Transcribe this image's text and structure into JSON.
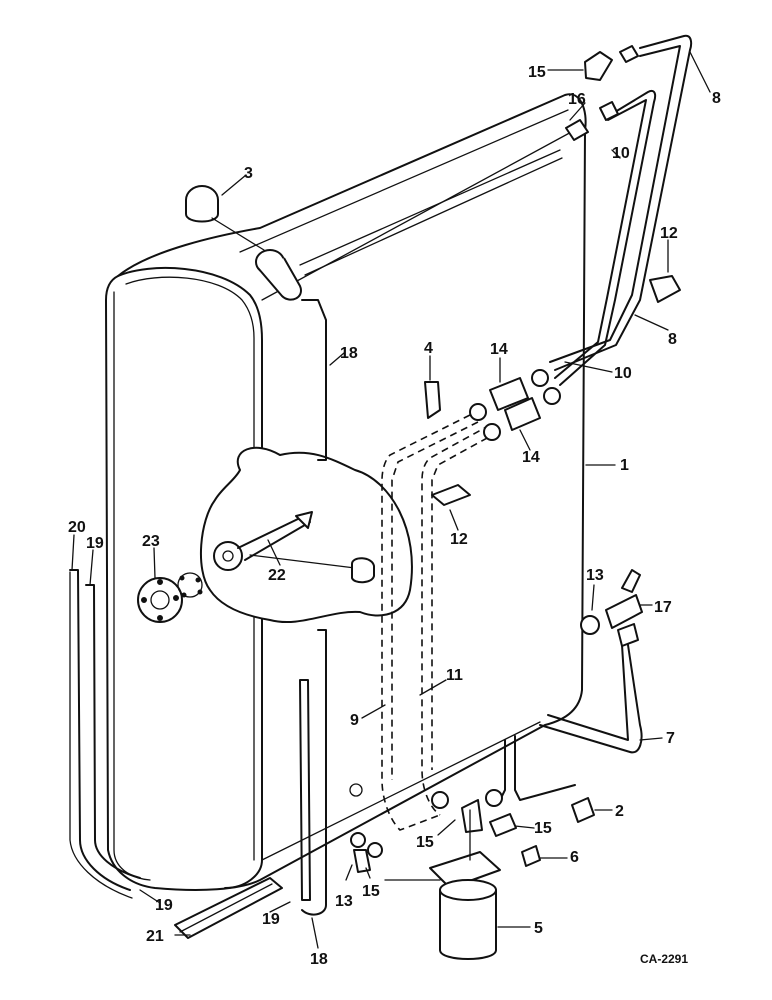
{
  "callouts": {
    "c1": "1",
    "c2": "2",
    "c3": "3",
    "c4": "4",
    "c5": "5",
    "c6": "6",
    "c7": "7",
    "c8a": "8",
    "c8b": "8",
    "c9": "9",
    "c10a": "10",
    "c10b": "10",
    "c11": "11",
    "c12a": "12",
    "c12b": "12",
    "c13a": "13",
    "c13b": "13",
    "c14a": "14",
    "c14b": "14",
    "c15a": "15",
    "c15b": "15",
    "c15c": "15",
    "c15d": "15",
    "c16": "16",
    "c17": "17",
    "c18a": "18",
    "c18b": "18",
    "c19a": "19",
    "c19b": "19",
    "c19c": "19",
    "c20": "20",
    "c21": "21",
    "c22": "22",
    "c23": "23"
  },
  "drawing_code": "CA-2291"
}
